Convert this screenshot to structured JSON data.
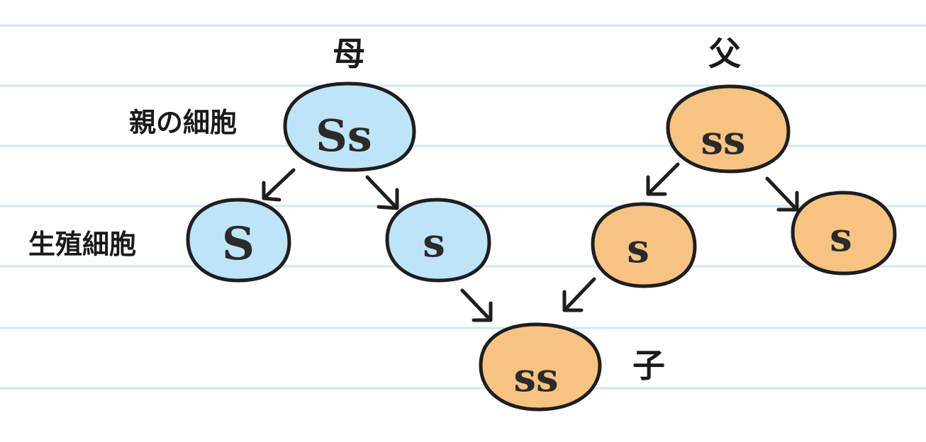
{
  "colors": {
    "mother_cell": "#bfe3f7",
    "father_cell": "#f7c382",
    "ruled_line": "#cfe6f6",
    "outline": "#1e1e1e"
  },
  "labels": {
    "mother": "母",
    "father": "父",
    "child": "子",
    "parent_cell": "親の細胞",
    "germ_cell": "生殖細胞"
  },
  "cells": {
    "mother_parent": "Ss",
    "mother_gamete_left": "S",
    "mother_gamete_right": "s",
    "father_parent": "ss",
    "father_gamete_left": "s",
    "father_gamete_right": "s",
    "child": "ss"
  }
}
